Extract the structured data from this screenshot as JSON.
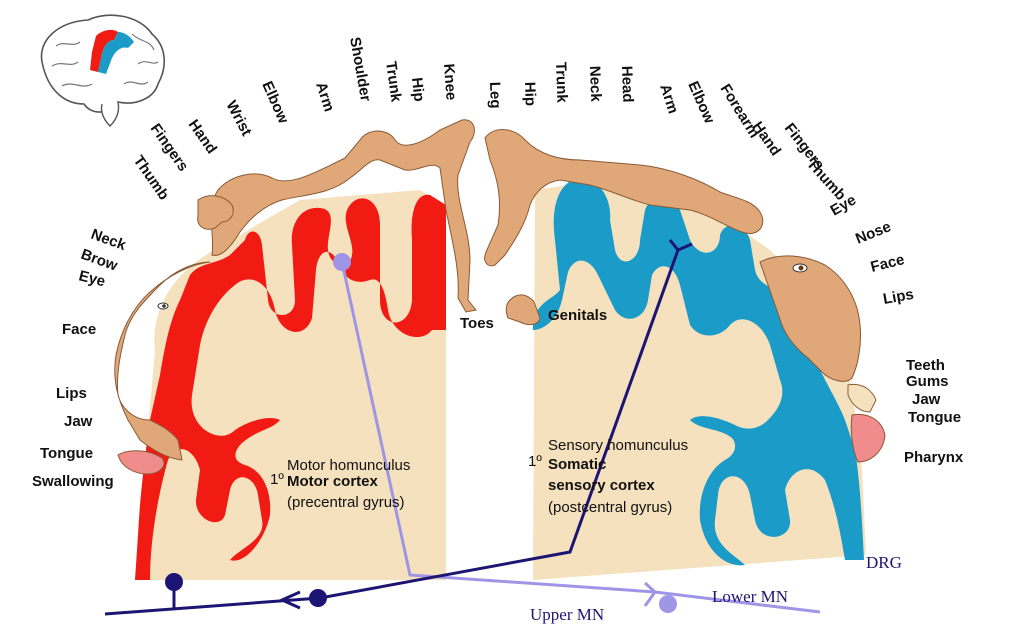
{
  "motor_labels": [
    {
      "text": "Thumb",
      "key": "thumb"
    },
    {
      "text": "Fingers",
      "key": "fingers"
    },
    {
      "text": "Hand",
      "key": "hand"
    },
    {
      "text": "Wrist",
      "key": "wrist"
    },
    {
      "text": "Elbow",
      "key": "elbow"
    },
    {
      "text": "Arm",
      "key": "arm"
    },
    {
      "text": "Shoulder",
      "key": "shoulder"
    },
    {
      "text": "Trunk",
      "key": "trunk"
    },
    {
      "text": "Hip",
      "key": "hip"
    },
    {
      "text": "Knee",
      "key": "knee"
    },
    {
      "text": "Neck",
      "key": "neck"
    },
    {
      "text": "Brow",
      "key": "brow"
    },
    {
      "text": "Eye",
      "key": "eye"
    },
    {
      "text": "Face",
      "key": "face"
    },
    {
      "text": "Lips",
      "key": "lips"
    },
    {
      "text": "Jaw",
      "key": "jaw"
    },
    {
      "text": "Tongue",
      "key": "tongue"
    },
    {
      "text": "Swallowing",
      "key": "swallowing"
    },
    {
      "text": "Toes",
      "key": "toes"
    }
  ],
  "sensory_labels": [
    {
      "text": "Leg",
      "key": "leg"
    },
    {
      "text": "Hip",
      "key": "hip"
    },
    {
      "text": "Trunk",
      "key": "trunk"
    },
    {
      "text": "Neck",
      "key": "neck"
    },
    {
      "text": "Head",
      "key": "head"
    },
    {
      "text": "Arm",
      "key": "arm"
    },
    {
      "text": "Elbow",
      "key": "elbow"
    },
    {
      "text": "Forearm",
      "key": "forearm"
    },
    {
      "text": "Hand",
      "key": "hand"
    },
    {
      "text": "Fingers",
      "key": "fingers"
    },
    {
      "text": "Thumb",
      "key": "thumb"
    },
    {
      "text": "Eye",
      "key": "eye"
    },
    {
      "text": "Nose",
      "key": "nose"
    },
    {
      "text": "Face",
      "key": "face"
    },
    {
      "text": "Lips",
      "key": "lips"
    },
    {
      "text": "Teeth",
      "key": "teeth"
    },
    {
      "text": "Gums",
      "key": "gums"
    },
    {
      "text": "Jaw",
      "key": "jaw"
    },
    {
      "text": "Tongue",
      "key": "tongue"
    },
    {
      "text": "Pharynx",
      "key": "pharynx"
    },
    {
      "text": "Genitals",
      "key": "genitals"
    }
  ],
  "motor_caption": {
    "title": "Motor homunculus",
    "order": "1º",
    "name": "Motor cortex",
    "location": "(precentral gyrus)"
  },
  "sensory_caption": {
    "title": "Sensory homunculus",
    "order": "1º",
    "name_line1": "Somatic",
    "name_line2": "sensory cortex",
    "location": "(postcentral gyrus)"
  },
  "pathway_labels": {
    "upper_mn": "Upper MN",
    "lower_mn": "Lower MN",
    "drg": "DRG"
  },
  "colors": {
    "motor_cortex": "#f21b14",
    "sensory_cortex": "#1a9bc8",
    "brain_tissue": "#f5e1bd",
    "skin": "#e0a878",
    "motor_pathway": "#9f95e6",
    "sensory_pathway": "#1c1573",
    "label_text": "#111111"
  }
}
